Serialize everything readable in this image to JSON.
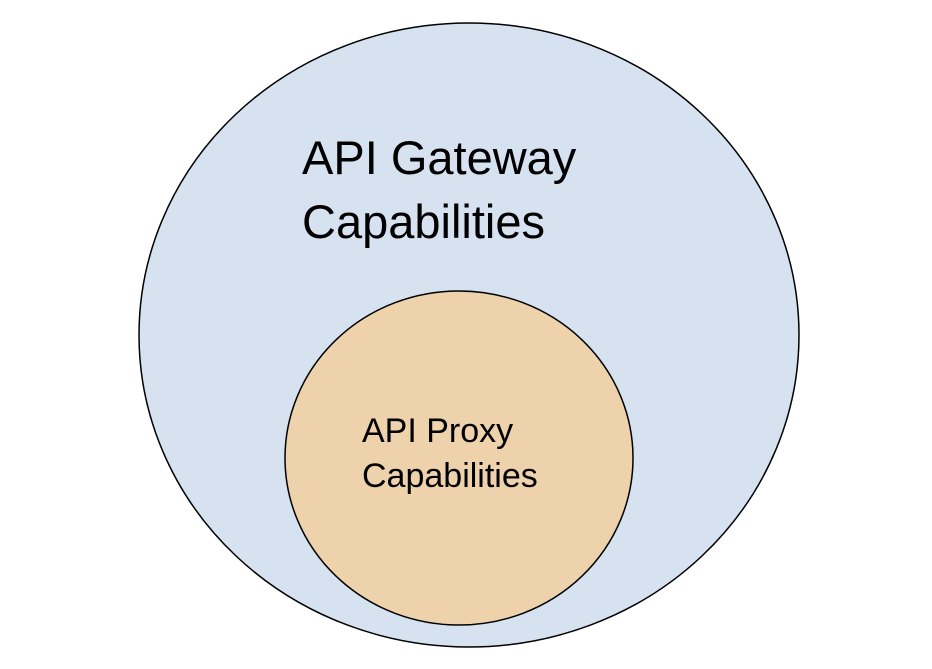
{
  "diagram": {
    "outer": {
      "line1": "API Gateway",
      "line2": "Capabilities",
      "fill": "#d6e2f0",
      "stroke": "#000000"
    },
    "inner": {
      "line1": "API Proxy",
      "line2": "Capabilities",
      "fill": "#eed2ac",
      "stroke": "#000000"
    }
  }
}
